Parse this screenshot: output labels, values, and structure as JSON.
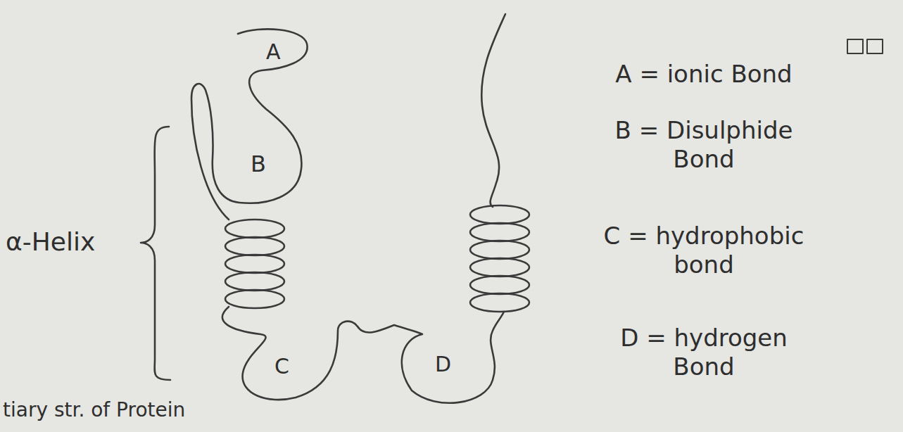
{
  "diagram": {
    "labels": [
      "A",
      "B",
      "C",
      "D",
      "α-Helix",
      "A = ionic Bond",
      "B = Disulphide Bond",
      "C = hydrophobic bond",
      "D = hydrogen Bond",
      "tiary str. of Protein"
    ]
  }
}
